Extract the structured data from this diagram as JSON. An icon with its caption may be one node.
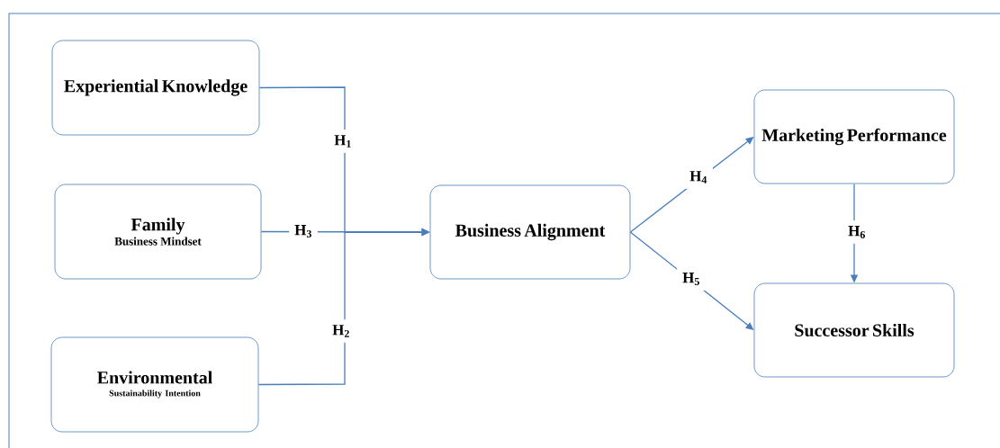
{
  "diagram": {
    "nodes": [
      {
        "text": [
          "Experiential Knowledge"
        ]
      },
      {
        "text": [
          "Family",
          "Business Mindset"
        ]
      },
      {
        "text": [
          "Environmental",
          "Sustainability Intention"
        ]
      },
      {
        "text": [
          "Business Alignment"
        ]
      },
      {
        "text": [
          "Marketing Performance"
        ]
      },
      {
        "text": [
          "Successor Skills"
        ]
      }
    ],
    "edges": [
      {
        "from": 0,
        "to": 3,
        "arrow": "to",
        "label": "H$_{1}$"
      },
      {
        "from": 1,
        "to": 3,
        "arrow": "to",
        "label": "H$_{3}$"
      },
      {
        "from": 2,
        "to": 3,
        "arrow": "to",
        "label": "H$_{2}$"
      },
      {
        "from": 3,
        "to": 4,
        "arrow": "to",
        "label": "H$_{4}$"
      },
      {
        "from": 3,
        "to": 5,
        "arrow": "to",
        "label": "H$_{5}$"
      },
      {
        "from": 4,
        "to": 5,
        "arrow": "to",
        "label": "H$_{6}$"
      }
    ]
  }
}
